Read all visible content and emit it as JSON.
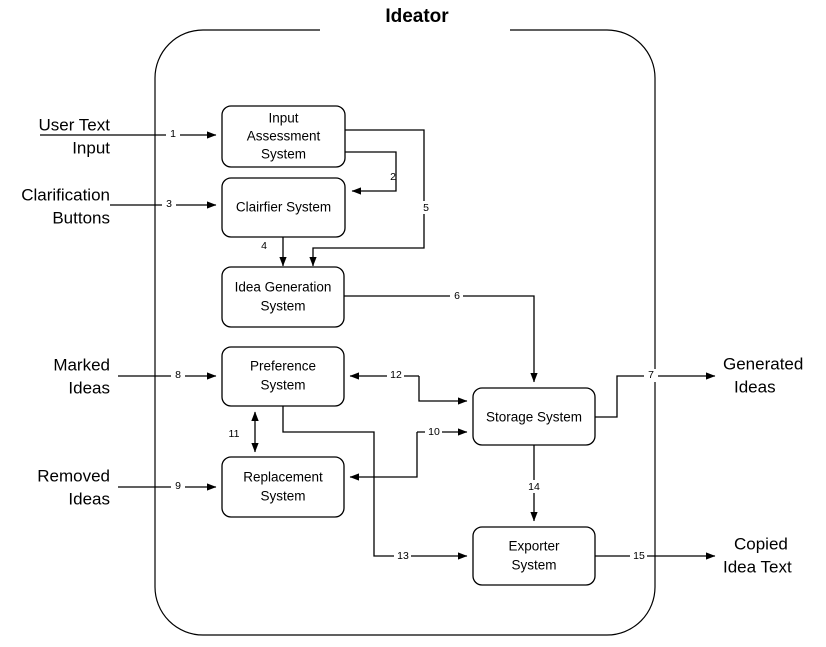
{
  "diagram": {
    "title": "Ideator",
    "type": "data-flow-diagram",
    "boundary_name": "Ideator system boundary"
  },
  "nodes": [
    {
      "id": "input-assessment-system",
      "label_line1": "Input",
      "label_line2": "Assessment",
      "label_line3": "System"
    },
    {
      "id": "clairfier-system",
      "label_line1": "Clairfier System",
      "label_line2": "",
      "label_line3": ""
    },
    {
      "id": "idea-generation-system",
      "label_line1": "Idea Generation",
      "label_line2": "System",
      "label_line3": ""
    },
    {
      "id": "preference-system",
      "label_line1": "Preference",
      "label_line2": "System",
      "label_line3": ""
    },
    {
      "id": "replacement-system",
      "label_line1": "Replacement",
      "label_line2": "System",
      "label_line3": ""
    },
    {
      "id": "storage-system",
      "label_line1": "Storage System",
      "label_line2": "",
      "label_line3": ""
    },
    {
      "id": "exporter-system",
      "label_line1": "Exporter",
      "label_line2": "System",
      "label_line3": ""
    }
  ],
  "external_entities": [
    {
      "id": "user-text-input",
      "side": "left",
      "label_line1": "User Text",
      "label_line2": "Input"
    },
    {
      "id": "clarification-buttons",
      "side": "left",
      "label_line1": "Clarification",
      "label_line2": "Buttons"
    },
    {
      "id": "marked-ideas",
      "side": "left",
      "label_line1": "Marked",
      "label_line2": "Ideas"
    },
    {
      "id": "removed-ideas",
      "side": "left",
      "label_line1": "Removed",
      "label_line2": "Ideas"
    },
    {
      "id": "generated-ideas",
      "side": "right",
      "label_line1": "Generated",
      "label_line2": "Ideas"
    },
    {
      "id": "copied-idea-text",
      "side": "right",
      "label_line1": "Copied",
      "label_line2": "Idea Text"
    }
  ],
  "flows": [
    {
      "num": "1",
      "from": "user-text-input",
      "to": "input-assessment-system"
    },
    {
      "num": "2",
      "from": "input-assessment-system",
      "to": "clairfier-system"
    },
    {
      "num": "3",
      "from": "clarification-buttons",
      "to": "clairfier-system"
    },
    {
      "num": "4",
      "from": "clairfier-system",
      "to": "idea-generation-system"
    },
    {
      "num": "5",
      "from": "input-assessment-system",
      "to": "idea-generation-system"
    },
    {
      "num": "6",
      "from": "idea-generation-system",
      "to": "storage-system"
    },
    {
      "num": "7",
      "from": "storage-system",
      "to": "generated-ideas"
    },
    {
      "num": "8",
      "from": "marked-ideas",
      "to": "preference-system"
    },
    {
      "num": "9",
      "from": "removed-ideas",
      "to": "replacement-system"
    },
    {
      "num": "10",
      "from": "replacement-system",
      "to": "storage-system"
    },
    {
      "num": "11",
      "from": "preference-system",
      "to": "replacement-system"
    },
    {
      "num": "12",
      "from": "preference-system",
      "to": "storage-system"
    },
    {
      "num": "13",
      "from": "preference-system",
      "to": "exporter-system"
    },
    {
      "num": "14",
      "from": "storage-system",
      "to": "exporter-system"
    },
    {
      "num": "15",
      "from": "exporter-system",
      "to": "copied-idea-text"
    }
  ],
  "colors": {
    "stroke": "#000000",
    "fill": "#ffffff",
    "background": "#ffffff"
  }
}
